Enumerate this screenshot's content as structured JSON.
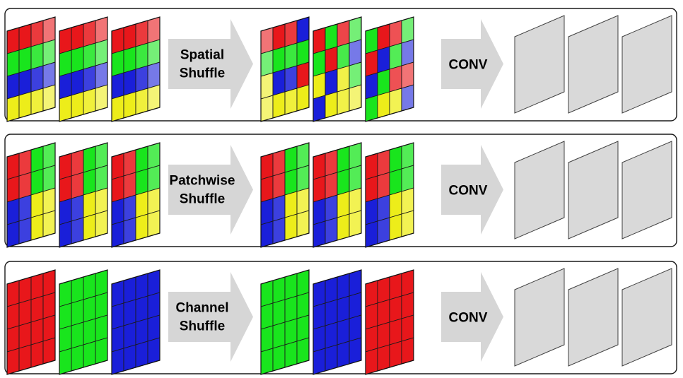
{
  "colors": {
    "red": "#e8171b",
    "green": "#19e51d",
    "blue": "#1a1fd9",
    "yellow": "#eded1a",
    "gray": "#d9d9d9",
    "sheet_border": "#404040",
    "arrow": "#d6d6d6"
  },
  "rows": [
    {
      "arrow_label_lines": [
        "Spatial",
        "Shuffle"
      ],
      "conv_label": "CONV",
      "input_panels": [
        [
          [
            "R",
            "R",
            "R",
            "R"
          ],
          [
            "G",
            "G",
            "G",
            "G"
          ],
          [
            "B",
            "B",
            "B",
            "B"
          ],
          [
            "Y",
            "Y",
            "Y",
            "Y"
          ]
        ],
        [
          [
            "R",
            "R",
            "R",
            "R"
          ],
          [
            "G",
            "G",
            "G",
            "G"
          ],
          [
            "B",
            "B",
            "B",
            "B"
          ],
          [
            "Y",
            "Y",
            "Y",
            "Y"
          ]
        ],
        [
          [
            "R",
            "R",
            "R",
            "R"
          ],
          [
            "G",
            "G",
            "G",
            "G"
          ],
          [
            "B",
            "B",
            "B",
            "B"
          ],
          [
            "Y",
            "Y",
            "Y",
            "Y"
          ]
        ]
      ],
      "input_opacity": [
        [
          1,
          1,
          0.85,
          0.6
        ],
        [
          1,
          1,
          0.85,
          0.6
        ],
        [
          1,
          1,
          0.85,
          0.6
        ]
      ],
      "output_panels": [
        [
          [
            "R",
            "R",
            "R",
            "B"
          ],
          [
            "G",
            "G",
            "G",
            "G"
          ],
          [
            "Y",
            "B",
            "B",
            "R"
          ],
          [
            "Y",
            "Y",
            "Y",
            "Y"
          ]
        ],
        [
          [
            "R",
            "G",
            "R",
            "G"
          ],
          [
            "G",
            "R",
            "G",
            "B"
          ],
          [
            "Y",
            "B",
            "Y",
            "G"
          ],
          [
            "B",
            "Y",
            "Y",
            "Y"
          ]
        ],
        [
          [
            "G",
            "R",
            "R",
            "G"
          ],
          [
            "R",
            "B",
            "G",
            "B"
          ],
          [
            "B",
            "G",
            "R",
            "R"
          ],
          [
            "G",
            "Y",
            "Y",
            "B"
          ]
        ]
      ],
      "output_opacity": [
        [
          0.6,
          1,
          0.85,
          1
        ],
        [
          1,
          1,
          0.8,
          0.6
        ],
        [
          1,
          1,
          0.75,
          0.6
        ]
      ]
    },
    {
      "arrow_label_lines": [
        "Patchwise",
        "Shuffle"
      ],
      "conv_label": "CONV",
      "input_panels": [
        [
          [
            "R",
            "R",
            "G",
            "G"
          ],
          [
            "R",
            "R",
            "G",
            "G"
          ],
          [
            "B",
            "B",
            "Y",
            "Y"
          ],
          [
            "B",
            "B",
            "Y",
            "Y"
          ]
        ],
        [
          [
            "R",
            "R",
            "G",
            "G"
          ],
          [
            "R",
            "R",
            "G",
            "G"
          ],
          [
            "B",
            "B",
            "Y",
            "Y"
          ],
          [
            "B",
            "B",
            "Y",
            "Y"
          ]
        ],
        [
          [
            "R",
            "R",
            "G",
            "G"
          ],
          [
            "R",
            "R",
            "G",
            "G"
          ],
          [
            "B",
            "B",
            "Y",
            "Y"
          ],
          [
            "B",
            "B",
            "Y",
            "Y"
          ]
        ]
      ],
      "input_opacity": [
        [
          1,
          0.85,
          1,
          0.75
        ],
        [
          1,
          0.85,
          1,
          0.75
        ],
        [
          1,
          0.85,
          1,
          0.75
        ]
      ],
      "output_panels": [
        [
          [
            "R",
            "R",
            "G",
            "G"
          ],
          [
            "R",
            "R",
            "G",
            "G"
          ],
          [
            "B",
            "B",
            "Y",
            "Y"
          ],
          [
            "B",
            "B",
            "Y",
            "Y"
          ]
        ],
        [
          [
            "R",
            "R",
            "G",
            "G"
          ],
          [
            "R",
            "R",
            "G",
            "G"
          ],
          [
            "B",
            "B",
            "Y",
            "Y"
          ],
          [
            "B",
            "B",
            "Y",
            "Y"
          ]
        ],
        [
          [
            "R",
            "R",
            "G",
            "G"
          ],
          [
            "R",
            "R",
            "G",
            "G"
          ],
          [
            "B",
            "B",
            "Y",
            "Y"
          ],
          [
            "B",
            "B",
            "Y",
            "Y"
          ]
        ]
      ],
      "output_opacity": [
        [
          1,
          0.85,
          1,
          0.75
        ],
        [
          1,
          0.85,
          1,
          0.75
        ],
        [
          1,
          0.85,
          1,
          0.75
        ]
      ]
    },
    {
      "arrow_label_lines": [
        "Channel",
        "Shuffle"
      ],
      "conv_label": "CONV",
      "input_panels": [
        [
          [
            "R",
            "R",
            "R",
            "R"
          ],
          [
            "R",
            "R",
            "R",
            "R"
          ],
          [
            "R",
            "R",
            "R",
            "R"
          ],
          [
            "R",
            "R",
            "R",
            "R"
          ]
        ],
        [
          [
            "G",
            "G",
            "G",
            "G"
          ],
          [
            "G",
            "G",
            "G",
            "G"
          ],
          [
            "G",
            "G",
            "G",
            "G"
          ],
          [
            "G",
            "G",
            "G",
            "G"
          ]
        ],
        [
          [
            "B",
            "B",
            "B",
            "B"
          ],
          [
            "B",
            "B",
            "B",
            "B"
          ],
          [
            "B",
            "B",
            "B",
            "B"
          ],
          [
            "B",
            "B",
            "B",
            "B"
          ]
        ]
      ],
      "input_opacity": [
        [
          1,
          1,
          1,
          1
        ],
        [
          1,
          1,
          1,
          1
        ],
        [
          1,
          1,
          1,
          1
        ]
      ],
      "output_panels": [
        [
          [
            "G",
            "G",
            "G",
            "G"
          ],
          [
            "G",
            "G",
            "G",
            "G"
          ],
          [
            "G",
            "G",
            "G",
            "G"
          ],
          [
            "G",
            "G",
            "G",
            "G"
          ]
        ],
        [
          [
            "B",
            "B",
            "B",
            "B"
          ],
          [
            "B",
            "B",
            "B",
            "B"
          ],
          [
            "B",
            "B",
            "B",
            "B"
          ],
          [
            "B",
            "B",
            "B",
            "B"
          ]
        ],
        [
          [
            "R",
            "R",
            "R",
            "R"
          ],
          [
            "R",
            "R",
            "R",
            "R"
          ],
          [
            "R",
            "R",
            "R",
            "R"
          ],
          [
            "R",
            "R",
            "R",
            "R"
          ]
        ]
      ],
      "output_opacity": [
        [
          1,
          1,
          1,
          1
        ],
        [
          1,
          1,
          1,
          1
        ],
        [
          1,
          1,
          1,
          1
        ]
      ]
    }
  ]
}
